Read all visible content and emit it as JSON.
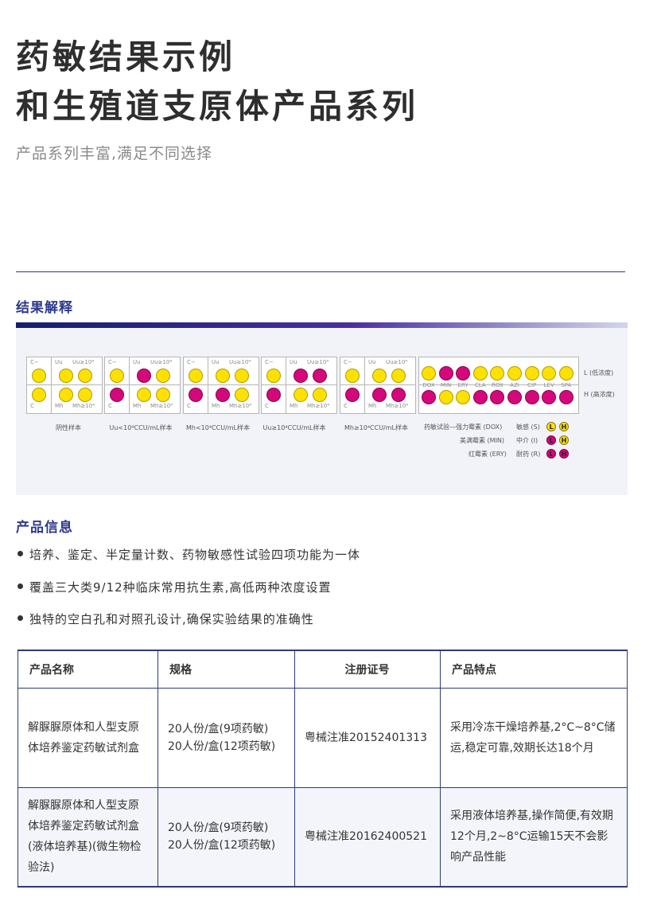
{
  "header": {
    "title_line1": "药敏结果示例",
    "title_line2": "和生殖道支原体产品系列",
    "subtitle": "产品系列丰富,满足不同选择"
  },
  "results": {
    "section_title": "结果解释",
    "plates": [
      {
        "caption": "阴性样本",
        "top_labels": [
          "C−",
          "Uu",
          "Uu≥10⁴"
        ],
        "bottom_labels": [
          "C",
          "Mh",
          "Mh≥10⁴"
        ],
        "top_colors": [
          "yellow",
          "yellow",
          "yellow"
        ],
        "bottom_colors": [
          "yellow",
          "yellow",
          "yellow"
        ]
      },
      {
        "caption": "Uu<10⁴CCU/mL样本",
        "top_labels": [
          "C−",
          "Uu",
          "Uu≥10⁴"
        ],
        "bottom_labels": [
          "C",
          "Mh",
          "Mh≥10⁴"
        ],
        "top_colors": [
          "yellow",
          "magenta",
          "yellow"
        ],
        "bottom_colors": [
          "magenta",
          "yellow",
          "yellow"
        ]
      },
      {
        "caption": "Mh<10⁴CCU/mL样本",
        "top_labels": [
          "C−",
          "Uu",
          "Uu≥10⁴"
        ],
        "bottom_labels": [
          "C",
          "Mh",
          "Mh≥10⁴"
        ],
        "top_colors": [
          "yellow",
          "yellow",
          "yellow"
        ],
        "bottom_colors": [
          "magenta",
          "magenta",
          "yellow"
        ]
      },
      {
        "caption": "Uu≥10⁴CCU/mL样本",
        "top_labels": [
          "C−",
          "Uu",
          "Uu≥10⁴"
        ],
        "bottom_labels": [
          "C",
          "Mh",
          "Mh≥10⁴"
        ],
        "top_colors": [
          "yellow",
          "magenta",
          "magenta"
        ],
        "bottom_colors": [
          "magenta",
          "yellow",
          "yellow"
        ]
      },
      {
        "caption": "Mh≥10⁴CCU/mL样本",
        "top_labels": [
          "C−",
          "Uu",
          "Uu≥10⁴"
        ],
        "bottom_labels": [
          "C",
          "Mh",
          "Mh≥10⁴"
        ],
        "top_colors": [
          "yellow",
          "yellow",
          "yellow"
        ],
        "bottom_colors": [
          "magenta",
          "magenta",
          "magenta"
        ]
      }
    ],
    "drug_plate": {
      "drugs": [
        "DOX",
        "MIN",
        "ERY",
        "CLA",
        "ROX",
        "AZI",
        "CIP",
        "LEV",
        "SPA"
      ],
      "top_colors": [
        "yellow",
        "magenta",
        "magenta",
        "yellow",
        "yellow",
        "yellow",
        "yellow",
        "yellow",
        "yellow"
      ],
      "bottom_colors": [
        "magenta",
        "yellow",
        "yellow",
        "magenta",
        "magenta",
        "magenta",
        "magenta",
        "magenta",
        "magenta"
      ],
      "low_label": "L (低浓度)",
      "high_label": "H (高浓度)",
      "caption": "药敏试验—强力霉素 (DOX)",
      "examples": [
        "美满霉素 (MIN)",
        "红霉素 (ERY)"
      ]
    },
    "legend": [
      {
        "label": "敏感 (S)",
        "low": "yellow",
        "high": "yellow"
      },
      {
        "label": "中介 (I)",
        "low": "magenta",
        "high": "yellow"
      },
      {
        "label": "耐药 (R)",
        "low": "magenta",
        "high": "magenta"
      }
    ],
    "legend_letters": {
      "low": "L",
      "high": "H"
    },
    "colors": {
      "yellow": "#fde100",
      "magenta": "#d4087a"
    }
  },
  "info": {
    "section_title": "产品信息",
    "bullets": [
      "培养、鉴定、半定量计数、药物敏感性试验四项功能为一体",
      "覆盖三大类9/12种临床常用抗生素,高低两种浓度设置",
      "独特的空白孔和对照孔设计,确保实验结果的准确性"
    ]
  },
  "table": {
    "headers": [
      "产品名称",
      "规格",
      "注册证号",
      "产品特点"
    ],
    "rows": [
      {
        "name": "解脲脲原体和人型支原体培养鉴定药敏试剂盒",
        "spec1": "20人份/盒(9项药敏)",
        "spec2": "20人份/盒(12项药敏)",
        "reg": "粤械注准20152401313",
        "feature": "采用冷冻干燥培养基,2°C~8°C储运,稳定可靠,效期长达18个月"
      },
      {
        "name": "解脲脲原体和人型支原体培养鉴定药敏试剂盒(液体培养基)(微生物检验法)",
        "spec1": "20人份/盒(9项药敏)",
        "spec2": "20人份/盒(12项药敏)",
        "reg": "粤械注准20162400521",
        "feature": "采用液体培养基,操作简便,有效期12个月,2~8°C运输15天不会影响产品性能"
      }
    ]
  }
}
